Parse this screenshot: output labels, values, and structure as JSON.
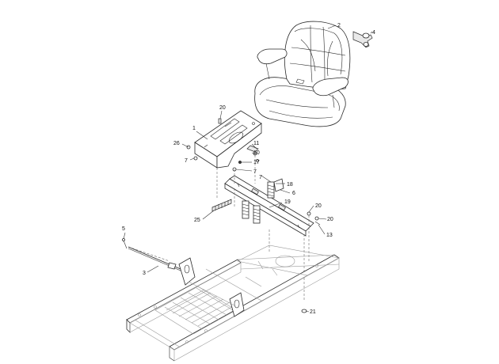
{
  "callouts": [
    {
      "id": "c2",
      "label": "2"
    },
    {
      "id": "c4",
      "label": "4"
    },
    {
      "id": "c20a",
      "label": "20"
    },
    {
      "id": "c1",
      "label": "1"
    },
    {
      "id": "c26",
      "label": "26"
    },
    {
      "id": "c11",
      "label": "11"
    },
    {
      "id": "c10",
      "label": "10"
    },
    {
      "id": "c7a",
      "label": "7"
    },
    {
      "id": "c17",
      "label": "17"
    },
    {
      "id": "c7b",
      "label": "7"
    },
    {
      "id": "c7c",
      "label": "7"
    },
    {
      "id": "c18",
      "label": "18"
    },
    {
      "id": "c6",
      "label": "6"
    },
    {
      "id": "c19",
      "label": "19"
    },
    {
      "id": "c20b",
      "label": "20"
    },
    {
      "id": "c20c",
      "label": "20"
    },
    {
      "id": "c25",
      "label": "25"
    },
    {
      "id": "c13",
      "label": "13"
    },
    {
      "id": "c5",
      "label": "5"
    },
    {
      "id": "c3",
      "label": "3"
    },
    {
      "id": "c21",
      "label": "21"
    }
  ]
}
